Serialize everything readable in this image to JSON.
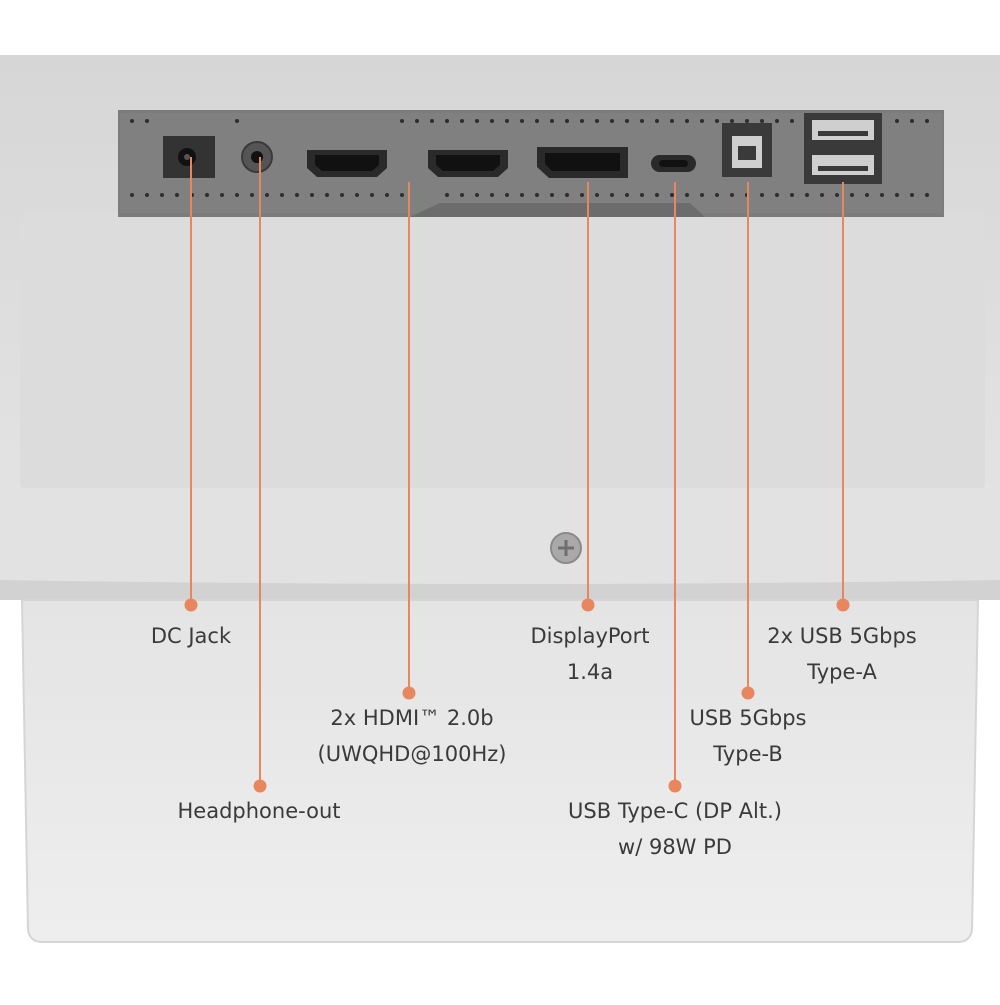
{
  "accent_color": "#e8875f",
  "ports": [
    {
      "id": "dc-jack",
      "lines": [
        "DC Jack"
      ]
    },
    {
      "id": "headphone-out",
      "lines": [
        "Headphone-out"
      ]
    },
    {
      "id": "hdmi",
      "lines": [
        "2x HDMI™ 2.0b",
        "(UWQHD@100Hz)"
      ]
    },
    {
      "id": "displayport",
      "lines": [
        "DisplayPort",
        "1.4a"
      ]
    },
    {
      "id": "usb-type-c",
      "lines": [
        "USB Type-C (DP Alt.)",
        "w/ 98W PD"
      ]
    },
    {
      "id": "usb-type-b",
      "lines": [
        "USB 5Gbps",
        "Type-B"
      ]
    },
    {
      "id": "usb-type-a",
      "lines": [
        "2x USB 5Gbps",
        "Type-A"
      ]
    }
  ]
}
